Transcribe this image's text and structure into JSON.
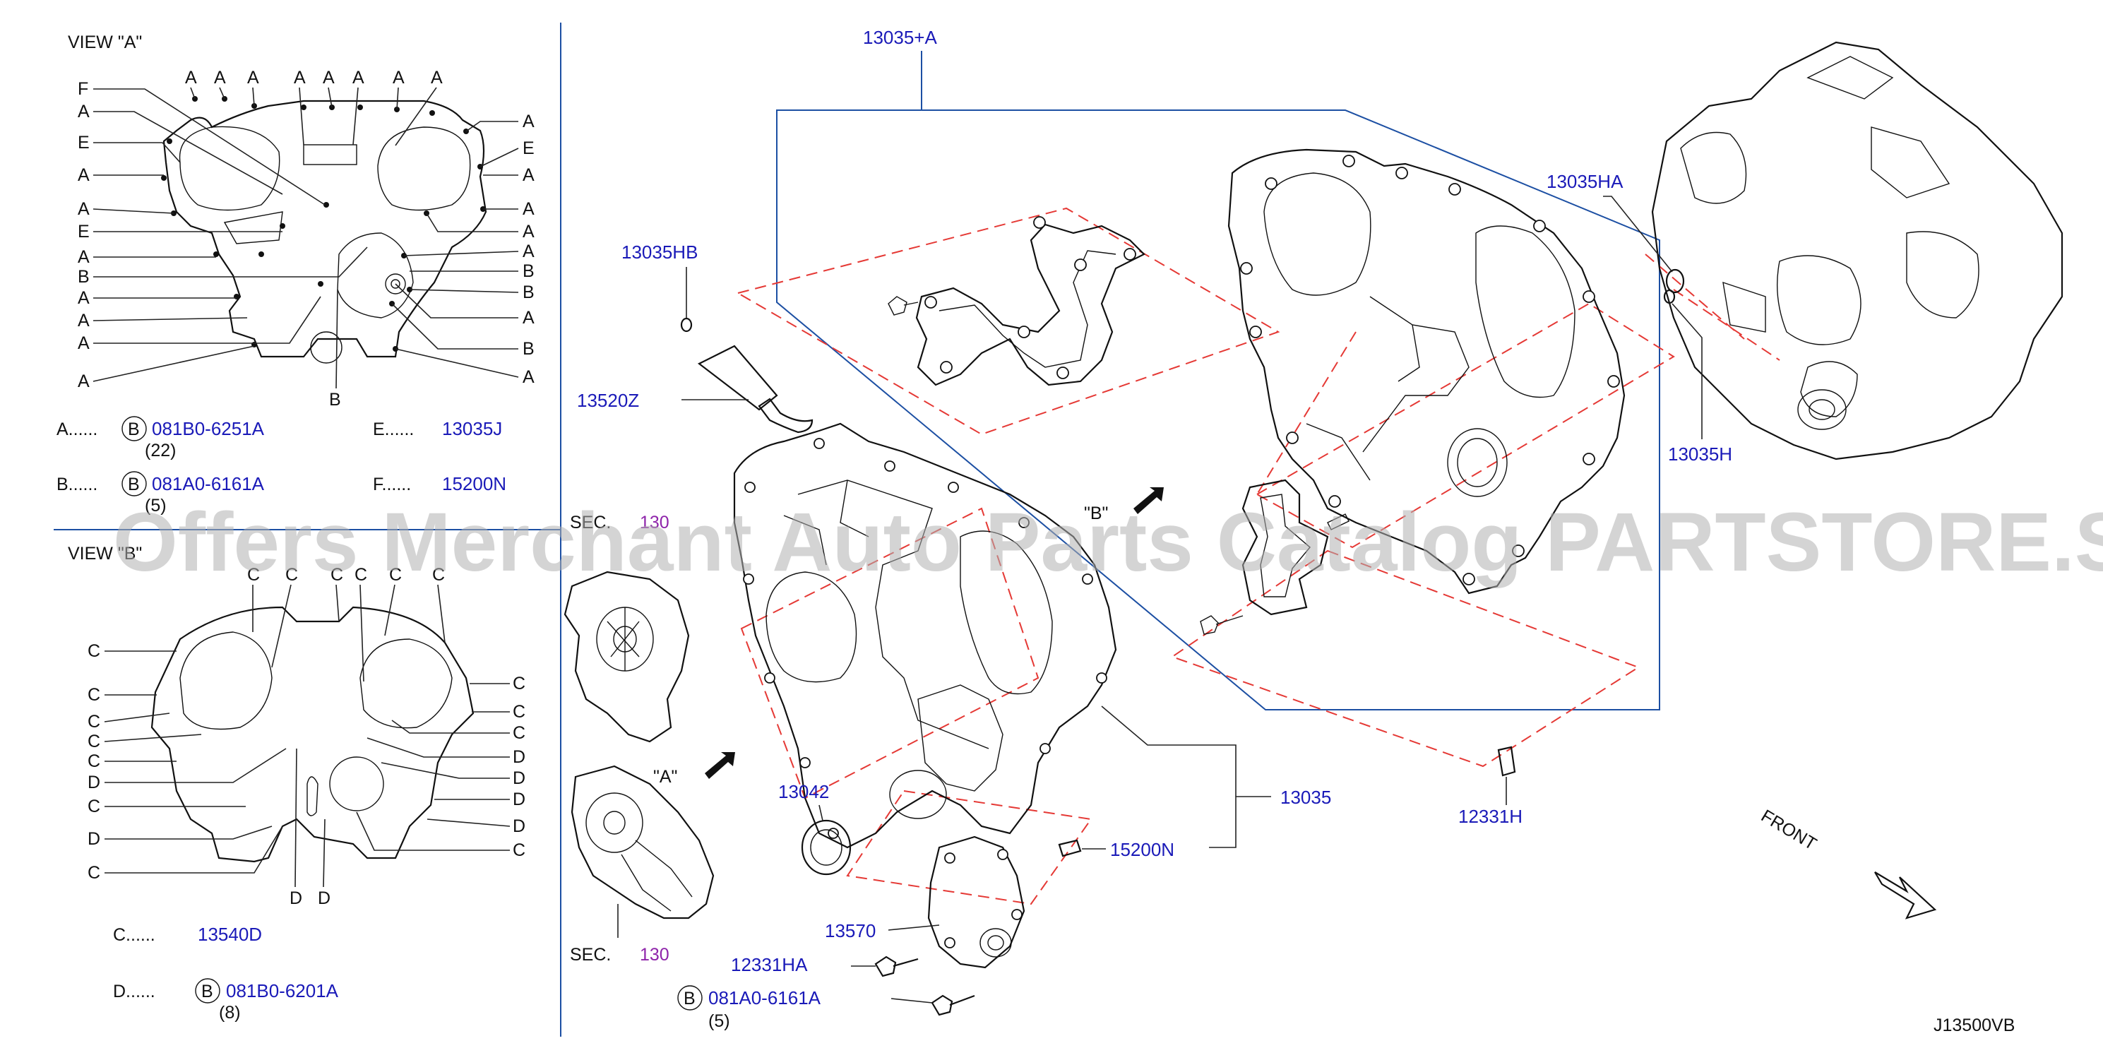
{
  "view_a": {
    "title": "VIEW \"A\"",
    "letters_top": [
      "A",
      "A",
      "A",
      "A",
      "A",
      "A",
      "A",
      "A"
    ],
    "letters_left": [
      "F",
      "A",
      "E",
      "A",
      "A",
      "E",
      "A",
      "B",
      "A",
      "A",
      "A",
      "A"
    ],
    "letters_right": [
      "A",
      "E",
      "A",
      "A",
      "A",
      "A",
      "B",
      "B",
      "A",
      "B",
      "A"
    ],
    "letter_bottom": "B",
    "legend": [
      {
        "key": "A......",
        "bolt_mark": "B",
        "part": "081B0-6251A",
        "qty": "(22)"
      },
      {
        "key": "B......",
        "bolt_mark": "B",
        "part": "081A0-6161A",
        "qty": "(5)"
      },
      {
        "key": "E......",
        "part": "13035J"
      },
      {
        "key": "F......",
        "part": "15200N"
      }
    ]
  },
  "view_b": {
    "title": "VIEW \"B\"",
    "letters_top": [
      "C",
      "C",
      "C",
      "C",
      "C",
      "C"
    ],
    "letters_left": [
      "C",
      "C",
      "C",
      "C",
      "C",
      "D",
      "C",
      "D",
      "C"
    ],
    "letters_right": [
      "C",
      "C",
      "C",
      "D",
      "D",
      "D",
      "D",
      "C"
    ],
    "letters_bottom": [
      "D",
      "D"
    ],
    "legend": [
      {
        "key": "C......",
        "part": "13540D"
      },
      {
        "key": "D......",
        "bolt_mark": "B",
        "part": "081B0-6201A",
        "qty": "(8)"
      }
    ]
  },
  "main": {
    "callouts": {
      "p13035_a": "13035+A",
      "p13035hb": "13035HB",
      "p13035ha": "13035HA",
      "p13035h": "13035H",
      "p13520z": "13520Z",
      "p13035": "13035",
      "p13042": "13042",
      "p15200n": "15200N",
      "p12331h": "12331H",
      "p13570": "13570",
      "p12331ha": "12331HA",
      "bolt_part": "081A0-6161A",
      "bolt_mark": "B",
      "bolt_qty": "(5)"
    },
    "sec_label": "SEC.",
    "sec_number": "130",
    "arrow_a": "\"A\"",
    "arrow_b": "\"B\"",
    "front": "FRONT",
    "diagram_id": "J13500VB"
  },
  "watermark": "Offers Merchant Auto Parts Catalog PARTSTORE.SA",
  "colors": {
    "part_number": "#1a1ab8",
    "section_number": "#8e24aa",
    "leader_blue": "#1c4fa3",
    "dashed_red": "#e53935",
    "watermark": "#b0b0b0"
  }
}
